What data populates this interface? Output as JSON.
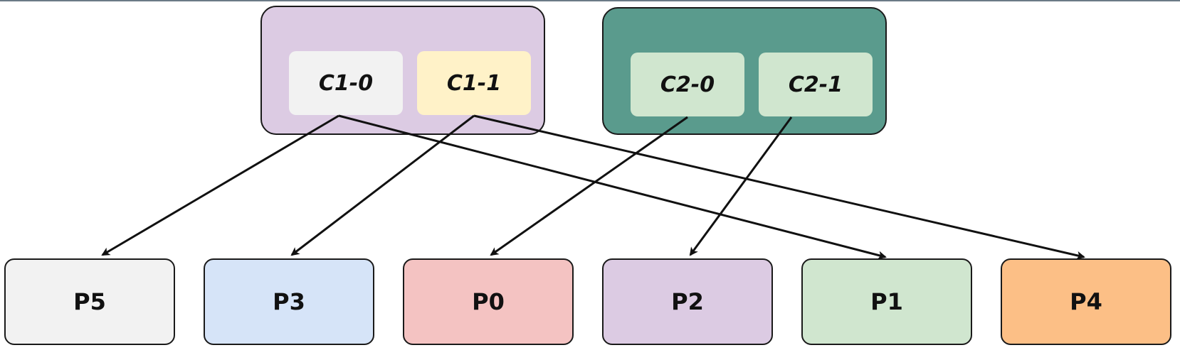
{
  "groups": [
    {
      "id": "group-1",
      "color": "#dccbe3",
      "consumers": [
        {
          "label": "C1-0",
          "color": "#f2f2f2"
        },
        {
          "label": "C1-1",
          "color": "#fff2c8"
        }
      ]
    },
    {
      "id": "group-2",
      "color": "#5a9b8d",
      "consumers": [
        {
          "label": "C2-0",
          "color": "#d0e6cf"
        },
        {
          "label": "C2-1",
          "color": "#d0e6cf"
        }
      ]
    }
  ],
  "partitions": [
    {
      "label": "P5",
      "color": "#f2f2f2"
    },
    {
      "label": "P3",
      "color": "#d6e4f8"
    },
    {
      "label": "P0",
      "color": "#f4c3c2"
    },
    {
      "label": "P2",
      "color": "#dccbe3"
    },
    {
      "label": "P1",
      "color": "#d0e6cf"
    },
    {
      "label": "P4",
      "color": "#fcbf86"
    }
  ],
  "assignments": [
    {
      "from": "C1-0",
      "to": "P5"
    },
    {
      "from": "C1-0",
      "to": "P1"
    },
    {
      "from": "C1-1",
      "to": "P3"
    },
    {
      "from": "C1-1",
      "to": "P4"
    },
    {
      "from": "C2-0",
      "to": "P0"
    },
    {
      "from": "C2-1",
      "to": "P2"
    }
  ]
}
